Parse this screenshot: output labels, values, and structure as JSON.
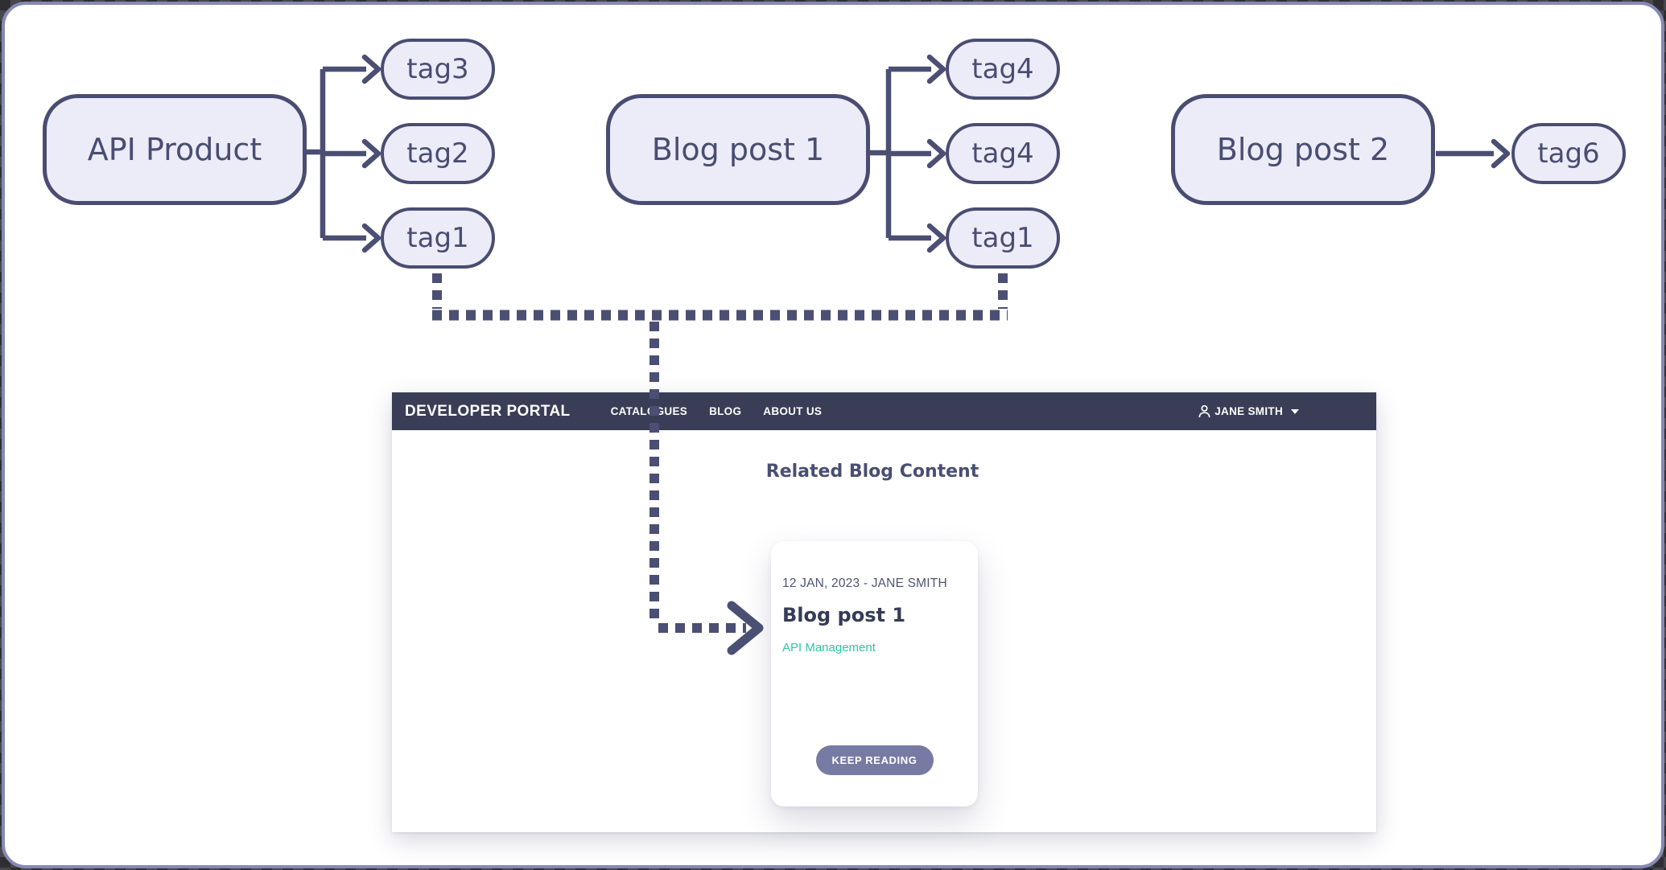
{
  "diagram": {
    "nodes": [
      {
        "id": "api-product",
        "label": "API Product",
        "accent": "yellow"
      },
      {
        "id": "blog-post-1",
        "label": "Blog post 1",
        "accent": "teal"
      },
      {
        "id": "blog-post-2",
        "label": "Blog post 2",
        "accent": "teal"
      }
    ],
    "tags": {
      "api_product": [
        "tag3",
        "tag2",
        "tag1"
      ],
      "blog_post_1": [
        "tag4",
        "tag4",
        "tag1"
      ],
      "blog_post_2": [
        "tag6"
      ]
    },
    "colors": {
      "yellow_accent": "#E2B31A",
      "teal_accent": "#27E0B9",
      "node_fill": "#EBECF8",
      "line": "#4B4F73",
      "node_text": "#4A4D71"
    }
  },
  "portal": {
    "brand": "DEVELOPER PORTAL",
    "navbar_color": "#3A3D56",
    "nav_items": [
      "CATALOGUES",
      "BLOG",
      "ABOUT US"
    ],
    "user": {
      "name": "JANE SMITH",
      "icon": "person-icon",
      "caret_icon": "chevron-down-icon"
    },
    "section_title": "Related Blog Content",
    "card": {
      "meta": "12 JAN, 2023 - JANE SMITH",
      "title": "Blog post 1",
      "tag_link": "API Management",
      "tag_link_color": "#2BC7A5",
      "button_label": "KEEP READING",
      "button_color": "#777BA3"
    }
  }
}
